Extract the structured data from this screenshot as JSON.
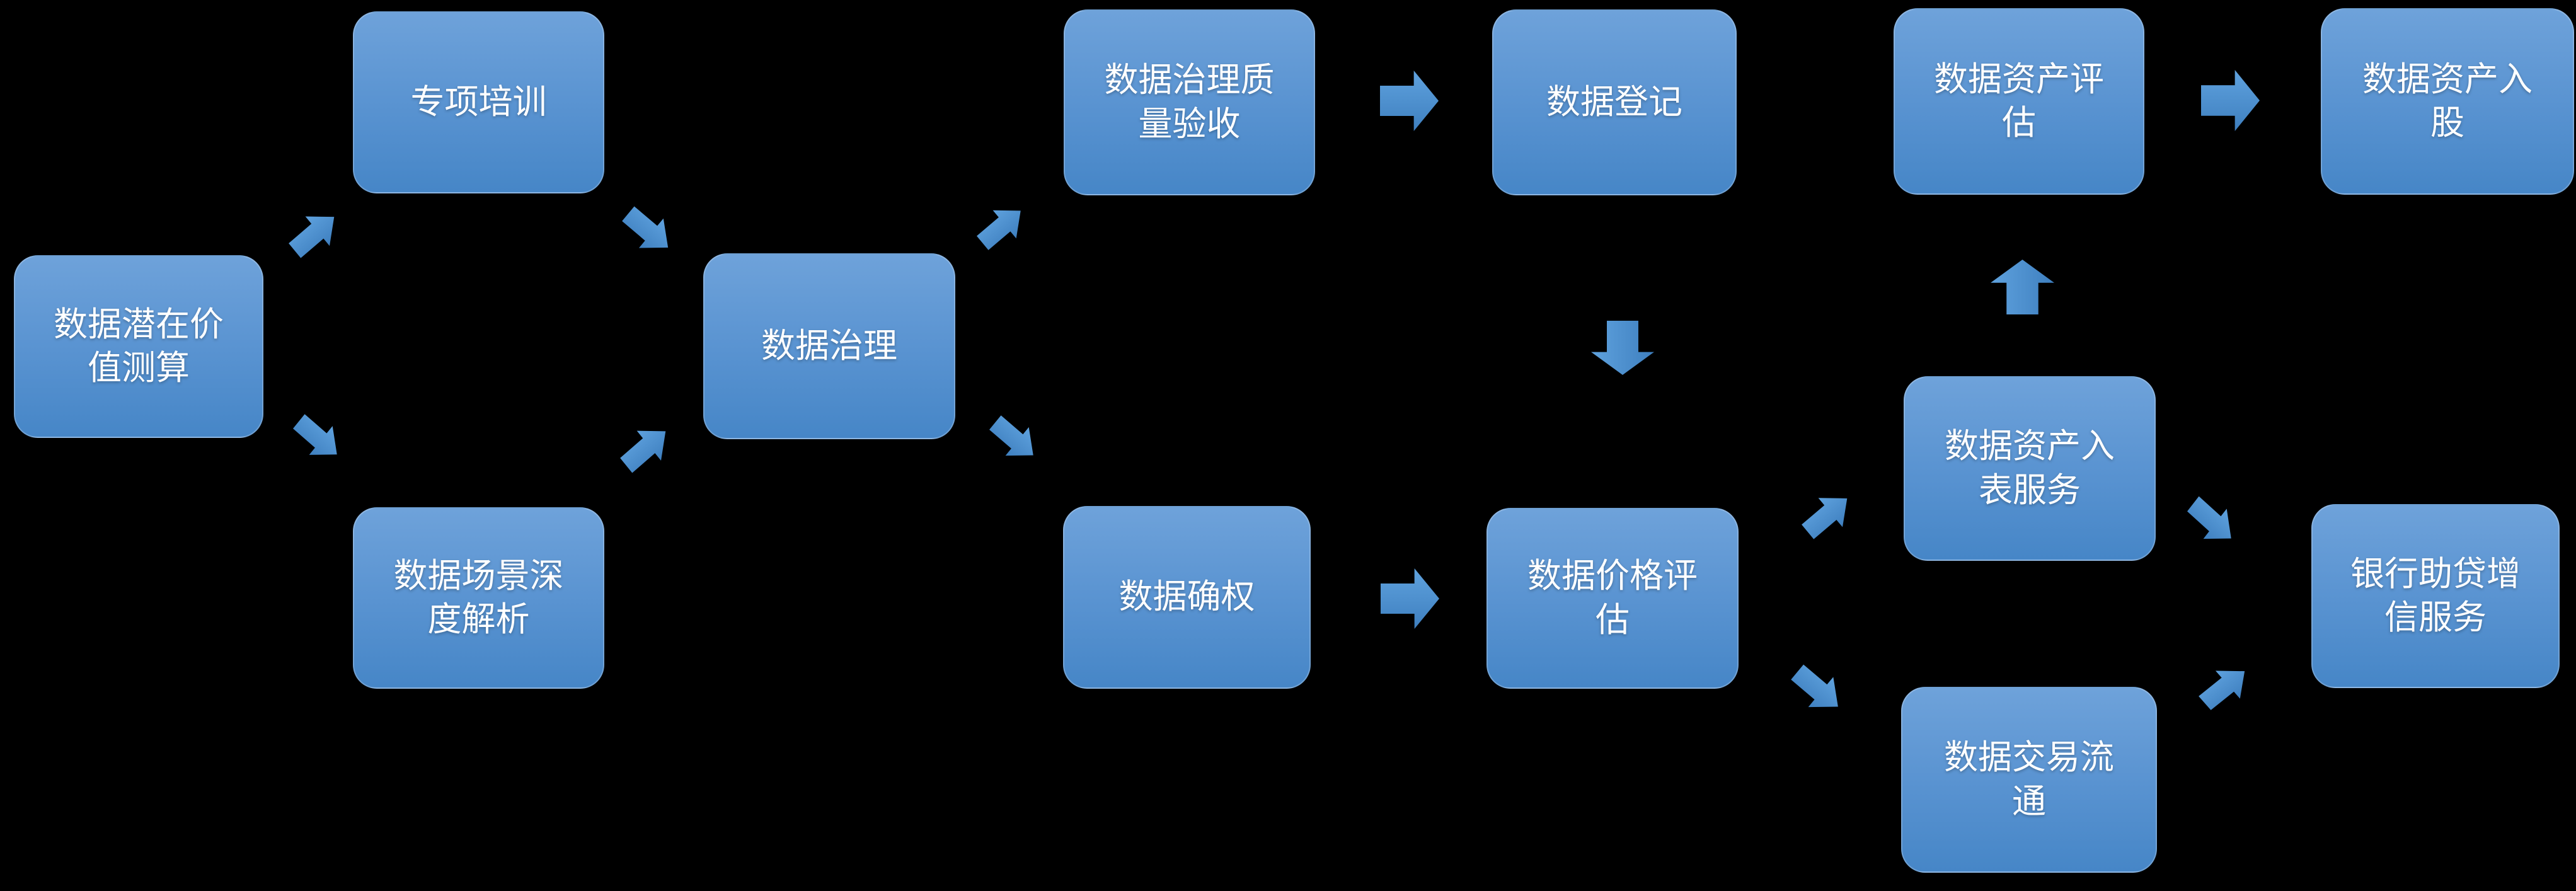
{
  "diagram": {
    "type": "flowchart",
    "background": "#000000",
    "title": ""
  },
  "colors": {
    "box_gradient_top": "#6EA2DA",
    "box_gradient_mid": "#5993D1",
    "box_gradient_bottom": "#4686C7",
    "arrow_light": "#5FA2DE",
    "arrow_dark": "#3E7FBF",
    "text": "#FFFFFF"
  },
  "nodes": [
    {
      "id": "potential-value",
      "label": "数据潜在价值测算"
    },
    {
      "id": "special-training",
      "label": "专项培训"
    },
    {
      "id": "scenario-analysis",
      "label": "数据场景深度解析"
    },
    {
      "id": "data-governance",
      "label": "数据治理"
    },
    {
      "id": "quality-acceptance",
      "label": "数据治理质量验收"
    },
    {
      "id": "data-registration",
      "label": "数据登记"
    },
    {
      "id": "rights-confirmation",
      "label": "数据确权"
    },
    {
      "id": "price-evaluation",
      "label": "数据价格评估"
    },
    {
      "id": "asset-entry",
      "label": "数据资产入表服务"
    },
    {
      "id": "trading-circulation",
      "label": "数据交易流通"
    },
    {
      "id": "asset-evaluation",
      "label": "数据资产评估"
    },
    {
      "id": "asset-investment",
      "label": "数据资产入股"
    },
    {
      "id": "bank-credit",
      "label": "银行助贷增信服务"
    }
  ],
  "arrows": [
    {
      "id": "a1",
      "direction": "up-right",
      "from": "potential-value",
      "to": "special-training"
    },
    {
      "id": "a2",
      "direction": "down-right",
      "from": "potential-value",
      "to": "scenario-analysis"
    },
    {
      "id": "a3",
      "direction": "down-right",
      "from": "special-training",
      "to": "data-governance"
    },
    {
      "id": "a4",
      "direction": "up-right",
      "from": "scenario-analysis",
      "to": "data-governance"
    },
    {
      "id": "a5",
      "direction": "up-right",
      "from": "data-governance",
      "to": "quality-acceptance"
    },
    {
      "id": "a6",
      "direction": "down-right",
      "from": "data-governance",
      "to": "rights-confirmation"
    },
    {
      "id": "a7",
      "direction": "right",
      "from": "quality-acceptance",
      "to": "data-registration"
    },
    {
      "id": "a8",
      "direction": "down",
      "from": "data-registration",
      "to": "price-evaluation"
    },
    {
      "id": "a9",
      "direction": "right",
      "from": "rights-confirmation",
      "to": "price-evaluation"
    },
    {
      "id": "a10",
      "direction": "up-right",
      "from": "price-evaluation",
      "to": "asset-entry"
    },
    {
      "id": "a11",
      "direction": "down-right",
      "from": "price-evaluation",
      "to": "trading-circulation"
    },
    {
      "id": "a12",
      "direction": "up",
      "from": "asset-entry",
      "to": "asset-evaluation"
    },
    {
      "id": "a13",
      "direction": "right",
      "from": "asset-evaluation",
      "to": "asset-investment"
    },
    {
      "id": "a14",
      "direction": "down-right",
      "from": "asset-entry",
      "to": "bank-credit"
    },
    {
      "id": "a15",
      "direction": "up-right",
      "from": "trading-circulation",
      "to": "bank-credit"
    }
  ]
}
